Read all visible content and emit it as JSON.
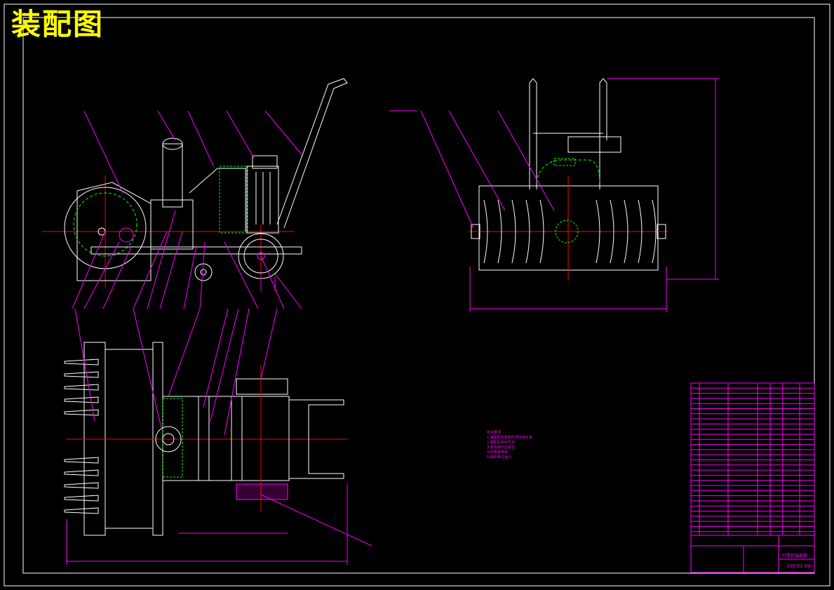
{
  "drawing": {
    "title": "装配图",
    "drawing_number": "SXJ-01-00",
    "product_name": "扫雪机装配图",
    "technical_requirements": {
      "heading": "技术要求",
      "lines": [
        "1.装配前所有零件须清洗干净",
        "2.装配后转动灵活",
        "3.各连接件应紧固",
        "4.外表面喷漆",
        "5.按标准试运行"
      ]
    },
    "colors": {
      "background": "#000000",
      "frame": "#ffffff",
      "title": "#ffff00",
      "leaders": "#ff00ff",
      "centerlines": "#ff0000",
      "hidden": "#00ff00",
      "outline": "#ffffff"
    }
  },
  "views": [
    {
      "name": "front-view"
    },
    {
      "name": "side-view"
    },
    {
      "name": "top-view"
    }
  ]
}
